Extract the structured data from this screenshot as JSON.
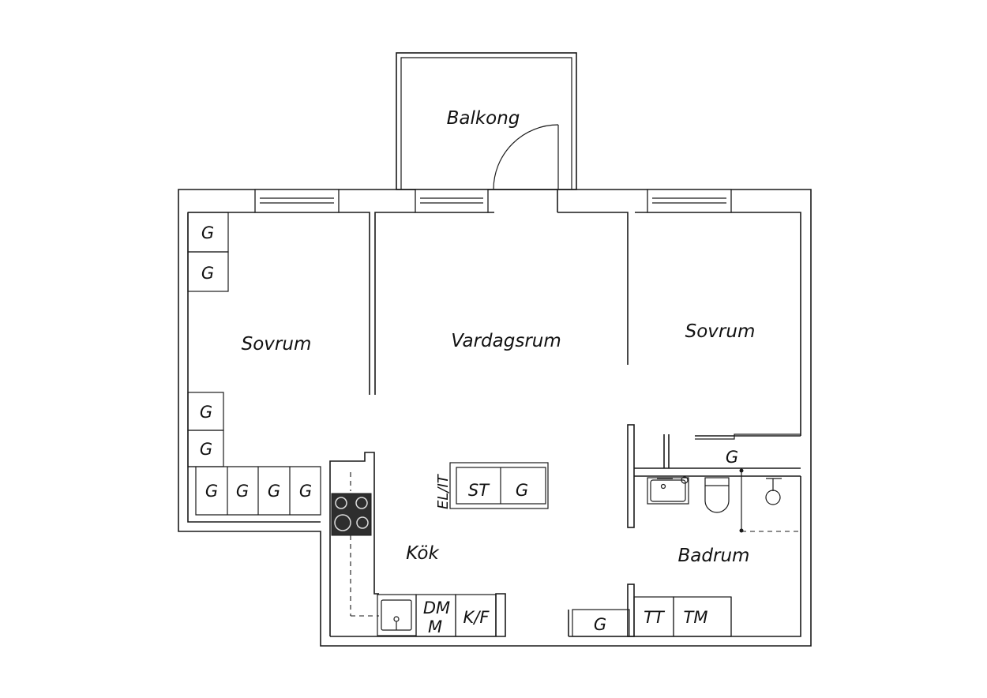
{
  "rooms": {
    "balkong": "Balkong",
    "sovrum_left": "Sovrum",
    "vardagsrum": "Vardagsrum",
    "sovrum_right": "Sovrum",
    "kok": "Kök",
    "badrum": "Badrum"
  },
  "cabinets": {
    "wardrobe": "G",
    "stove_label": "ST",
    "el_it": "EL/IT",
    "dishwasher_dm": "DM",
    "dishwasher_m": "M",
    "fridge_freezer": "K/F",
    "tumble_dryer": "TT",
    "washing_machine": "TM"
  },
  "colors": {
    "line": "#1a1a1a",
    "stove": "#2e2e2e",
    "background": "#ffffff"
  }
}
